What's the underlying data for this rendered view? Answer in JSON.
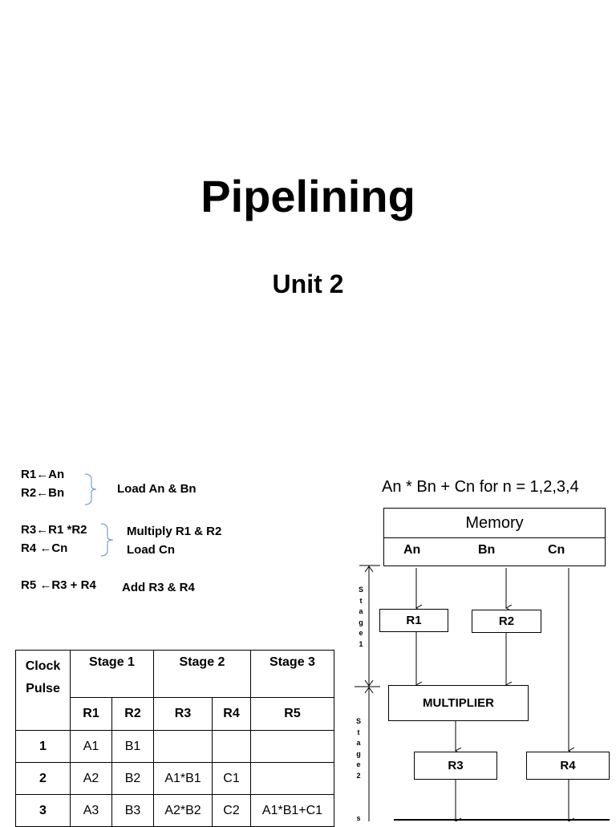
{
  "title": "Pipelining",
  "subtitle": "Unit 2",
  "steps": [
    {
      "lines": [
        "R1←An",
        "R2←Bn"
      ],
      "note": [
        "Load An & Bn"
      ]
    },
    {
      "lines": [
        "R3←R1 *R2",
        "R4 ←Cn"
      ],
      "note": [
        "Multiply R1 & R2",
        "Load Cn"
      ]
    },
    {
      "lines": [
        "R5 ←R3 + R4"
      ],
      "note": [
        "Add R3 & R4"
      ]
    }
  ],
  "expression": "An * Bn + Cn for n = 1,2,3,4",
  "diagram": {
    "memory": "Memory",
    "inputs": [
      "An",
      "Bn",
      "Cn"
    ],
    "r1": "R1",
    "r2": "R2",
    "multiplier": "MULTIPLIER",
    "r3": "R3",
    "r4": "R4",
    "stage1": [
      "S",
      "t",
      "a",
      "g",
      "e",
      "1"
    ],
    "stage2": [
      "S",
      "t",
      "a",
      "g",
      "e",
      "2"
    ],
    "stage3_partial": "s"
  },
  "table": {
    "headers": {
      "clock_line1": "Clock",
      "clock_line2": "Pulse",
      "stage1": "Stage 1",
      "stage2": "Stage 2",
      "stage3": "Stage 3"
    },
    "registers": [
      "R1",
      "R2",
      "R3",
      "R4",
      "R5"
    ],
    "rows": [
      {
        "clock": "1",
        "r1": "A1",
        "r2": "B1",
        "r3": "",
        "r4": "",
        "r5": ""
      },
      {
        "clock": "2",
        "r1": "A2",
        "r2": "B2",
        "r3": "A1*B1",
        "r4": "C1",
        "r5": ""
      },
      {
        "clock": "3",
        "r1": "A3",
        "r2": "B3",
        "r3": "A2*B2",
        "r4": "C2",
        "r5": "A1*B1+C1"
      }
    ]
  }
}
